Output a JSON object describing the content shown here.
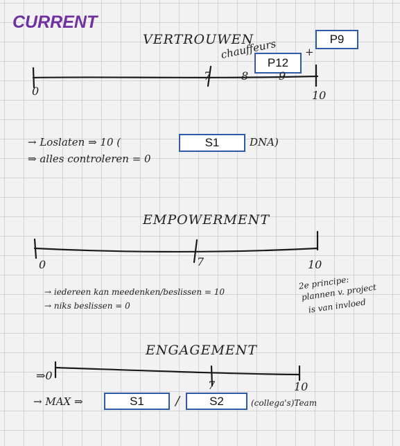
{
  "title": "CURRENT",
  "trust": {
    "heading": "VERTROUWEN",
    "subheading": "chauffeurs",
    "plus": "+",
    "badges": [
      "P12",
      "P9"
    ],
    "tick_labels": [
      "0",
      "7",
      "8",
      "9",
      "10"
    ]
  },
  "trust_notes": {
    "line1_pre": "→ Loslaten ⇒ 10  (",
    "line1_box": "S1",
    "line1_post": "DNA)",
    "line2": "⇒ alles controleren = 0"
  },
  "empowerment": {
    "heading": "EMPOWERMENT",
    "tick_labels": [
      "0",
      "7",
      "10"
    ],
    "note1": "→ iedereen kan meedenken/beslissen = 10",
    "note2": "→ niks beslissen = 0",
    "side_note": [
      "2e principe:",
      "plannen v. project",
      "is van invloed"
    ]
  },
  "engagement": {
    "heading": "ENGAGEMENT",
    "tick_labels": [
      "⇒0",
      "7",
      "10"
    ],
    "max_pre": "→ MAX ⇒",
    "box1": "S1",
    "slash": "/",
    "box2": "S2",
    "max_post": "(collega's)Team"
  }
}
